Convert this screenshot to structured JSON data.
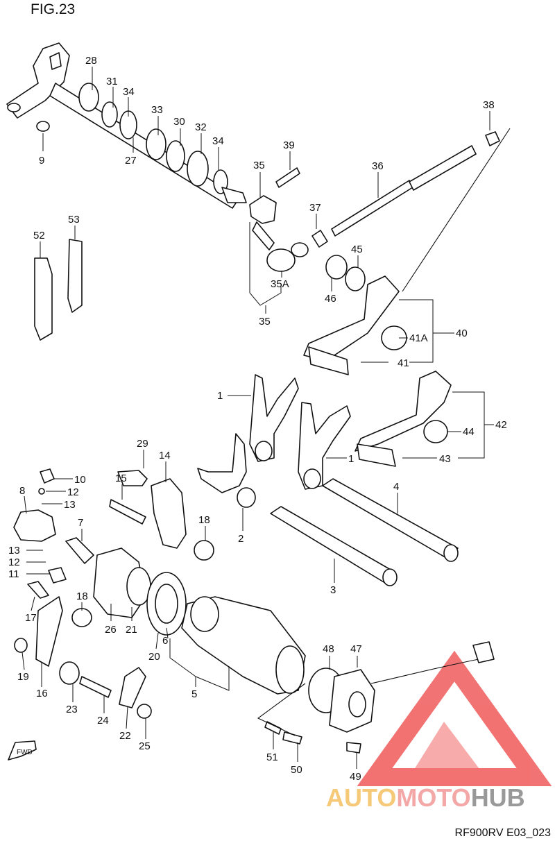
{
  "figure": {
    "title": "FIG.23",
    "code": "RF900RV E03_023"
  },
  "watermark": {
    "brand_a": "AUTO",
    "brand_b": "MOTO",
    "brand_c": "HUB",
    "color_a": "#f2b84b",
    "color_b": "#f08a8a",
    "color_c": "#777777",
    "triangle": "#ee4444"
  },
  "fwd_label": "FWD",
  "labels": {
    "l1a": "1",
    "l1b": "1",
    "l2": "2",
    "l3": "3",
    "l4": "4",
    "l5": "5",
    "l6": "6",
    "l7": "7",
    "l8": "8",
    "l9": "9",
    "l10": "10",
    "l11": "11",
    "l12a": "12",
    "l12b": "12",
    "l13a": "13",
    "l13b": "13",
    "l14": "14",
    "l15": "15",
    "l16": "16",
    "l17": "17",
    "l18a": "18",
    "l18b": "18",
    "l19": "19",
    "l20": "20",
    "l21": "21",
    "l22": "22",
    "l23": "23",
    "l24": "24",
    "l25": "25",
    "l26": "26",
    "l27": "27",
    "l28": "28",
    "l29": "29",
    "l30": "30",
    "l31": "31",
    "l32": "32",
    "l33": "33",
    "l34a": "34",
    "l34b": "34",
    "l35a": "35",
    "l35b": "35",
    "l35A": "35A",
    "l36": "36",
    "l37": "37",
    "l38": "38",
    "l39": "39",
    "l40": "40",
    "l41": "41",
    "l41A": "41A",
    "l42": "42",
    "l43": "43",
    "l44": "44",
    "l45": "45",
    "l46": "46",
    "l47": "47",
    "l48": "48",
    "l49": "49",
    "l50": "50",
    "l51": "51",
    "l52": "52",
    "l53": "53"
  }
}
